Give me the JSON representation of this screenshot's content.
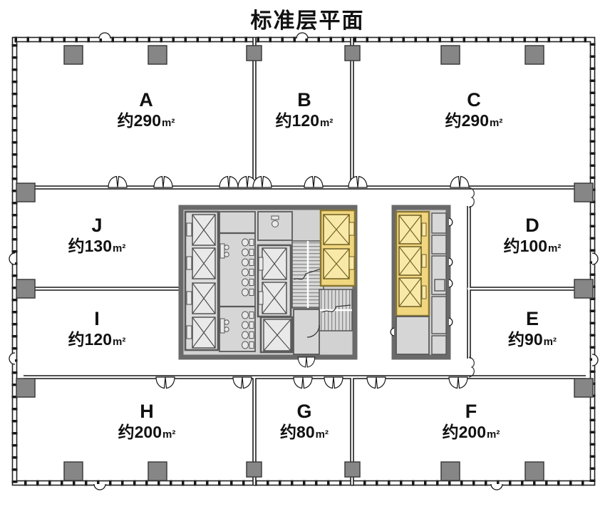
{
  "title": "标准层平面",
  "plan": {
    "units": [
      {
        "label": "A",
        "area": "约290",
        "unit": "m²"
      },
      {
        "label": "B",
        "area": "约120",
        "unit": "m²"
      },
      {
        "label": "C",
        "area": "约290",
        "unit": "m²"
      },
      {
        "label": "D",
        "area": "约100",
        "unit": "m²"
      },
      {
        "label": "E",
        "area": "约90",
        "unit": "m²"
      },
      {
        "label": "F",
        "area": "约200",
        "unit": "m²"
      },
      {
        "label": "G",
        "area": "约80",
        "unit": "m²"
      },
      {
        "label": "H",
        "area": "约200",
        "unit": "m²"
      },
      {
        "label": "I",
        "area": "约120",
        "unit": "m²"
      },
      {
        "label": "J",
        "area": "约130",
        "unit": "m²"
      }
    ],
    "colors": {
      "highlighted_elevators": "#F0D67F",
      "core_fill": "#D2D2D2",
      "core_wall": "#6A6A6A",
      "column": "#868686",
      "line": "#161616"
    }
  }
}
